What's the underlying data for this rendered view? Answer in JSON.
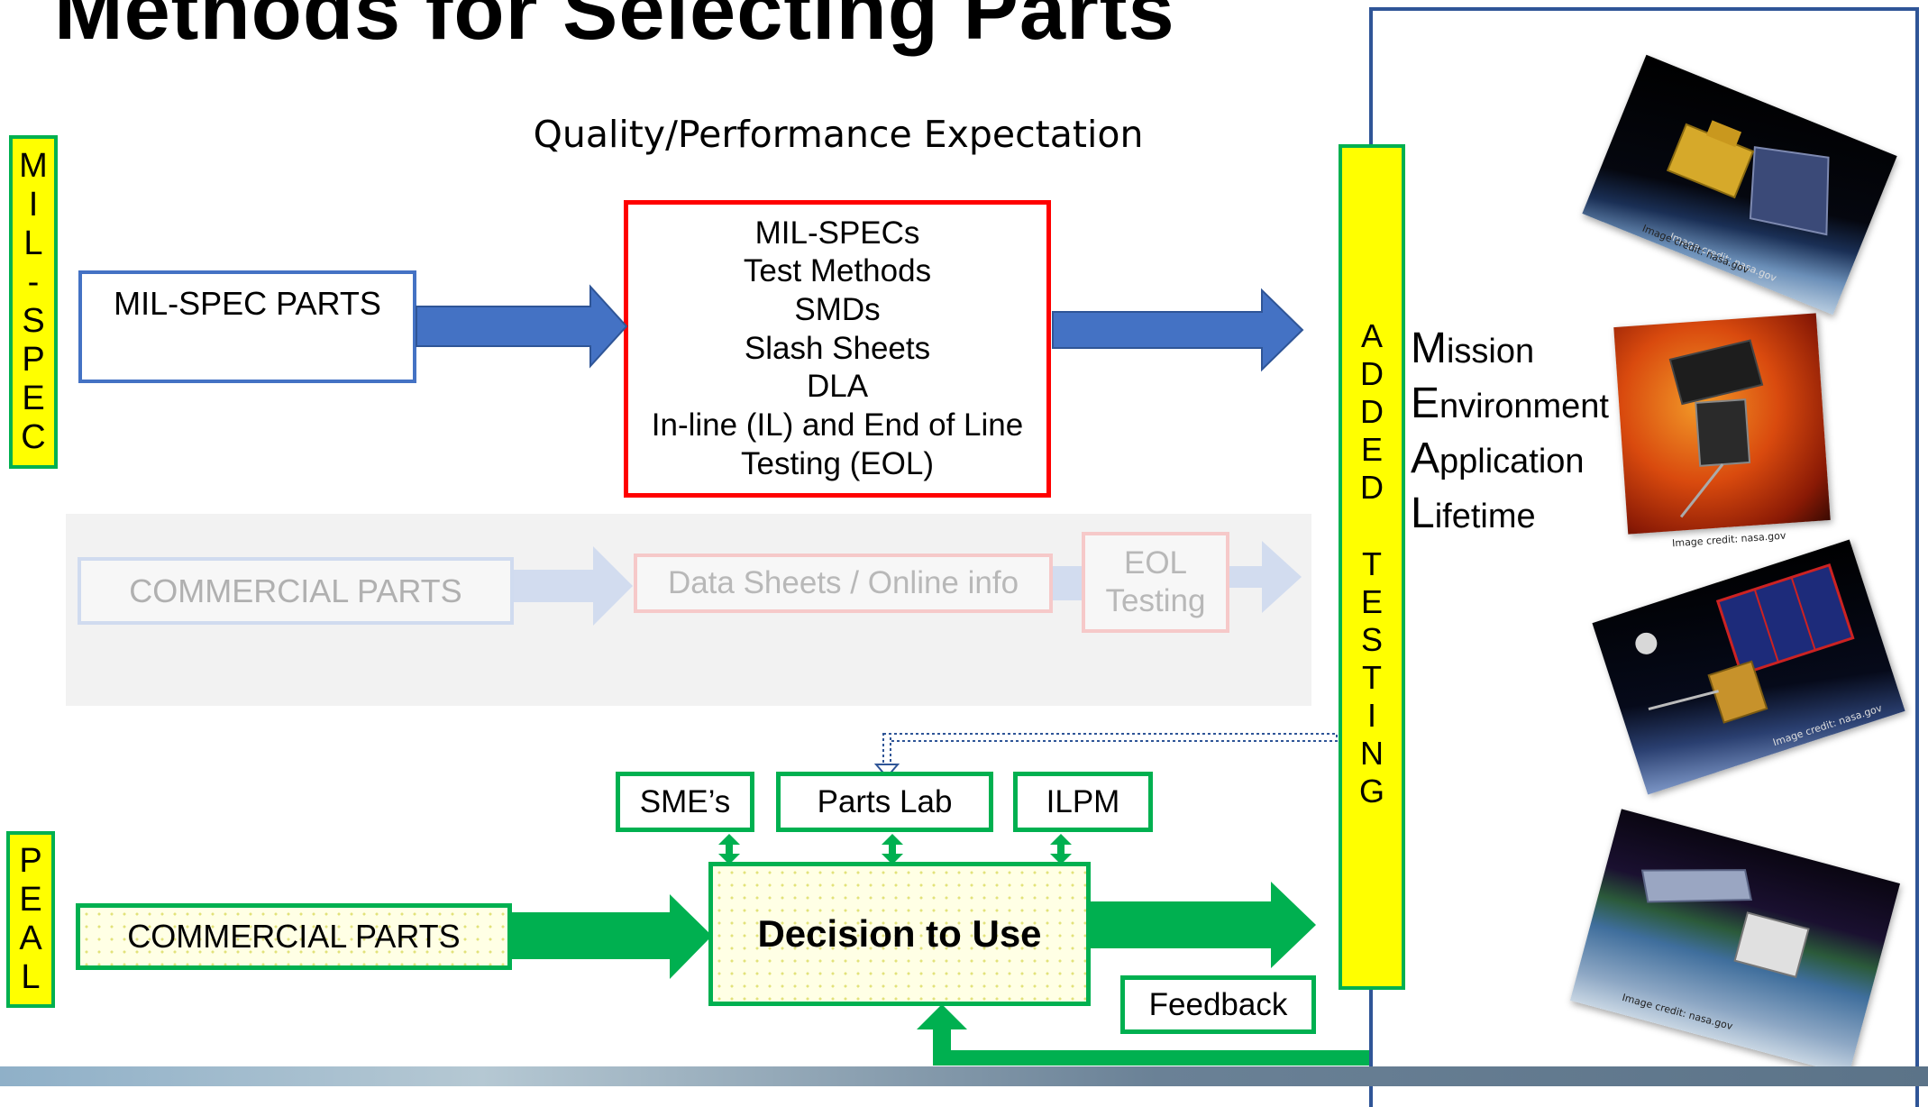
{
  "title": "Methods for Selecting Parts",
  "subtitle": "Quality/Performance Expectation",
  "mil_spec_label": [
    "M",
    "I",
    "L",
    "-",
    "S",
    "P",
    "E",
    "C"
  ],
  "peal_label": [
    "P",
    "E",
    "A",
    "L"
  ],
  "mil_spec_parts": "MIL-SPEC PARTS",
  "spec_lines": [
    "MIL-SPECs",
    "Test Methods",
    "SMDs",
    "Slash Sheets",
    "DLA",
    "In-line (IL) and End of Line",
    "Testing (EOL)"
  ],
  "faded_row": {
    "commercial_parts": "COMMERCIAL PARTS",
    "data_sheets": "Data Sheets / Online info",
    "eol_line1": "EOL",
    "eol_line2": "Testing"
  },
  "added_testing_label": [
    "A",
    "D",
    "D",
    "E",
    "D",
    "",
    "T",
    "E",
    "S",
    "T",
    "I",
    "N",
    "G"
  ],
  "mea": {
    "mission": {
      "initial": "M",
      "rest": "ission"
    },
    "environment": {
      "initial": "E",
      "rest": "nvironment"
    },
    "application": {
      "initial": "A",
      "rest": "pplication"
    },
    "lifetime": {
      "initial": "L",
      "rest": "ifetime"
    }
  },
  "peal_row": {
    "commercial_parts": "COMMERCIAL PARTS",
    "smes": "SME’s",
    "parts_lab": "Parts Lab",
    "ilpm": "ILPM",
    "decision": "Decision to Use",
    "feedback": "Feedback"
  },
  "image_credit": "Image credit: nasa.gov",
  "colors": {
    "blue": "#4472c4",
    "green": "#00b050",
    "red": "#ff0000",
    "yellow": "#ffff00",
    "panel_border": "#2f5597"
  }
}
